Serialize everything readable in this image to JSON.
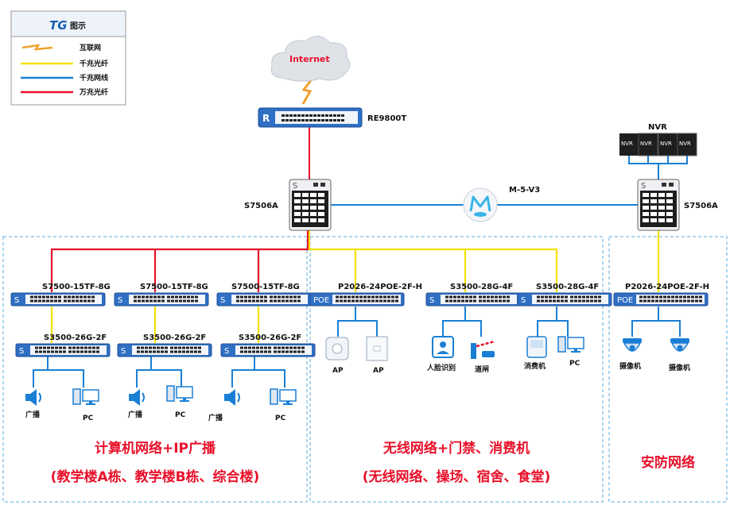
{
  "legend": {
    "logo": "TG",
    "title": "图示",
    "items": [
      {
        "label": "互联网",
        "color": "#f0a030"
      },
      {
        "label": "千兆光纤",
        "color": "#f2e200"
      },
      {
        "label": "千兆网线",
        "color": "#1a7fd4"
      },
      {
        "label": "万兆光纤",
        "color": "#e8102a"
      }
    ]
  },
  "internet": "Internet",
  "router": {
    "label": "RE9800T",
    "badge": "R"
  },
  "core_left": {
    "label": "S7506A",
    "badge": "S"
  },
  "core_right": {
    "label": "S7506A",
    "badge": "S"
  },
  "controller": {
    "label": "M-5-V3"
  },
  "nvr": {
    "label": "NVR",
    "unit_label": "NVR"
  },
  "zone_computer": {
    "title": "计算机网络+IP广播",
    "subtitle": "(教学楼A栋、教学楼B栋、综合楼)",
    "agg_switches": [
      "S7500-15TF-8G",
      "S7500-15TF-8G",
      "S7500-15TF-8G"
    ],
    "access_switches": [
      "S3500-26G-2F",
      "S3500-26G-2F",
      "S3500-26G-2F"
    ],
    "endpoints": {
      "broadcast": "广播",
      "pc": "PC"
    }
  },
  "zone_wireless": {
    "title": "无线网络+门禁、消费机",
    "subtitle": "(无线网络、操场、宿舍、食堂)",
    "poe_switch": "P2026-24POE-2F-H",
    "switch_b": "S3500-28G-4F",
    "switch_c": "S3500-28G-4F",
    "endpoints": {
      "ap1": "AP",
      "ap2": "AP",
      "face": "人脸识别",
      "gate": "道闸",
      "pos": "消费机",
      "pc": "PC"
    }
  },
  "zone_security": {
    "title": "安防网络",
    "poe_switch": "P2026-24POE-2F-H",
    "endpoints": {
      "cam1": "摄像机",
      "cam2": "摄像机"
    }
  },
  "badges": {
    "s": "S",
    "poe": "POE"
  }
}
